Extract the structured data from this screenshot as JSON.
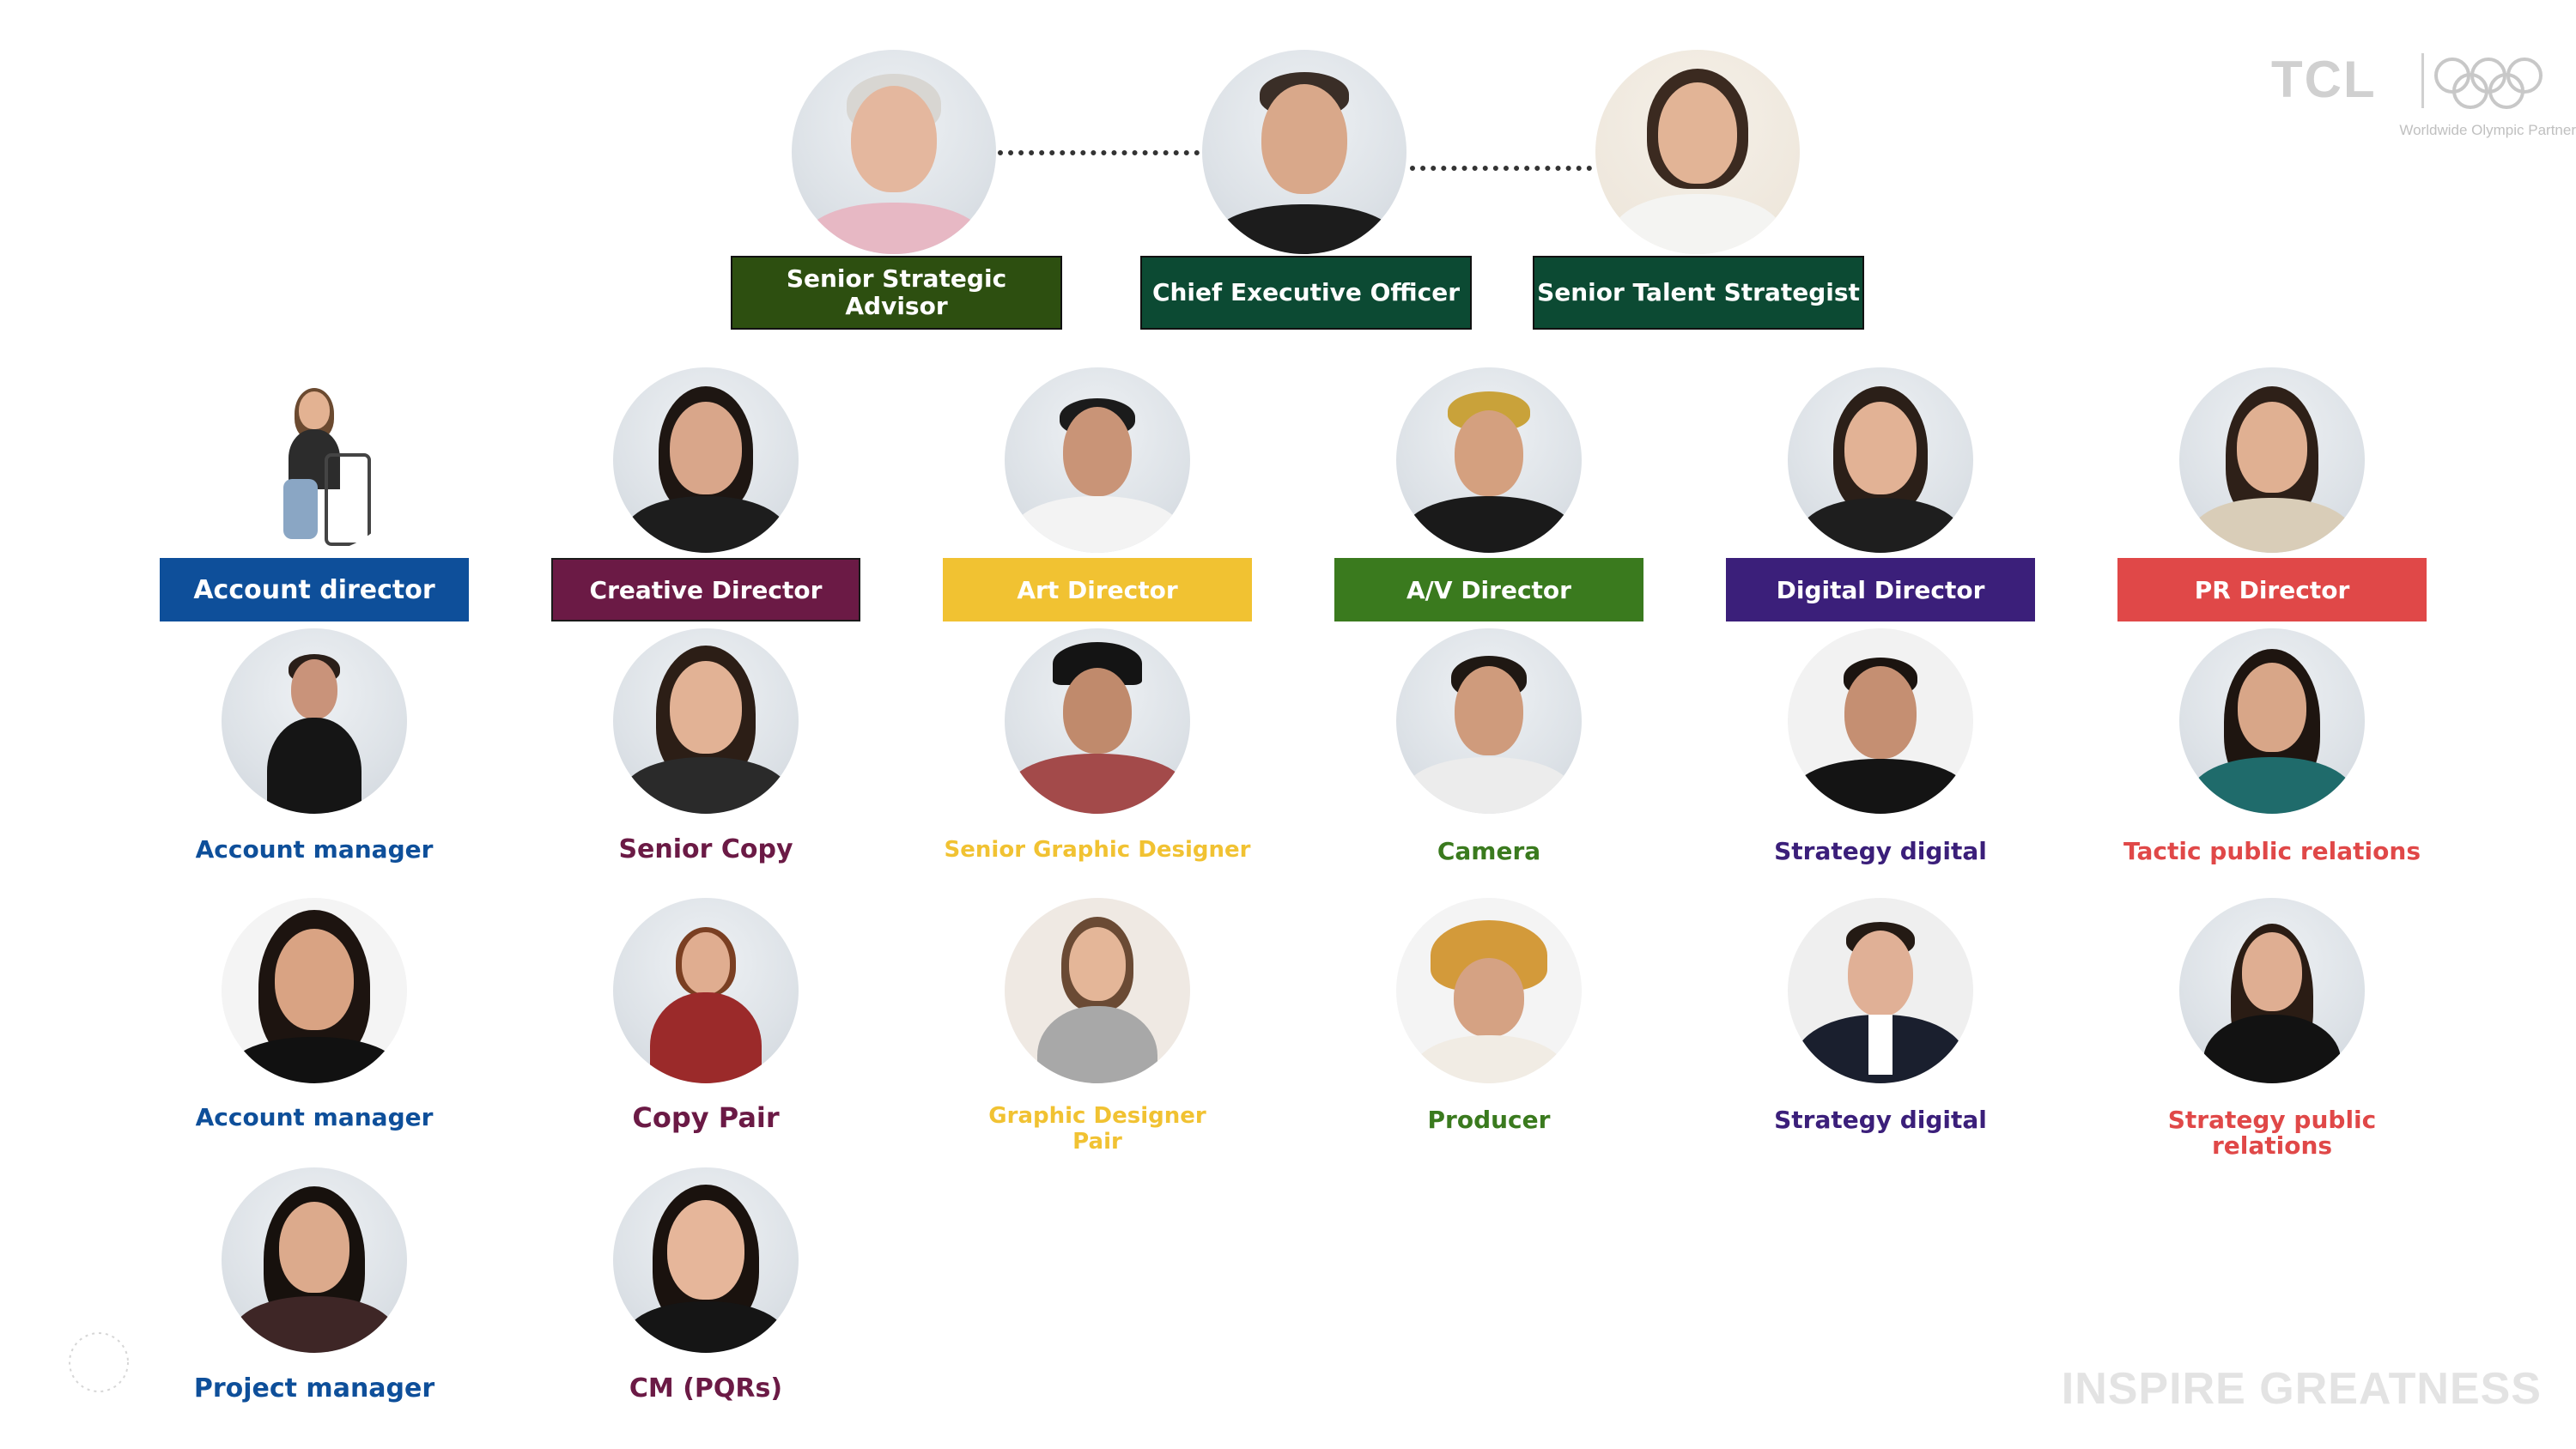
{
  "brand": {
    "logo_text": "TCL",
    "partner_text": "Worldwide Olympic Partner",
    "slogan": "INSPIRE GREATNESS"
  },
  "leadership": [
    {
      "title": "Senior Strategic Advisor",
      "color": "#2d4f10"
    },
    {
      "title": "Chief Executive Officer",
      "color": "#0c4a33"
    },
    {
      "title": "Senior Talent Strategist",
      "color": "#0c4a33"
    }
  ],
  "departments": [
    {
      "director": "Account director",
      "color": "#0e4f9a",
      "members": [
        "Account manager",
        "Account manager",
        "Project manager"
      ]
    },
    {
      "director": "Creative Director",
      "color": "#6b1a45",
      "members": [
        "Senior Copy",
        "Copy Pair",
        "CM (PQRs)"
      ]
    },
    {
      "director": "Art Director",
      "color": "#f1c232",
      "members": [
        "Senior Graphic Designer",
        "Graphic Designer Pair"
      ]
    },
    {
      "director": "A/V Director",
      "color": "#3a7a1e",
      "members": [
        "Camera",
        "Producer"
      ]
    },
    {
      "director": "Digital Director",
      "color": "#3b1f7a",
      "members": [
        "Strategy digital",
        "Strategy digital"
      ]
    },
    {
      "director": "PR Director",
      "color": "#e04848",
      "members": [
        "Tactic public relations",
        "Strategy public relations"
      ]
    }
  ]
}
